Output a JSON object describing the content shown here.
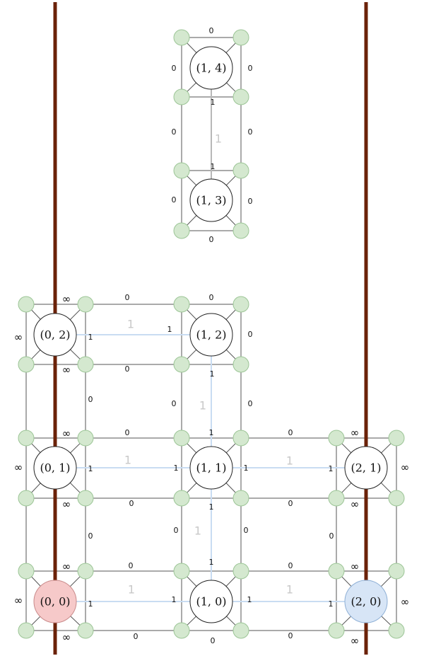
{
  "walls": [
    "left-wall",
    "right-wall"
  ],
  "colors": {
    "wall": "#6b2208",
    "corner_fill": "#d4e8cf",
    "start_node": "#f6c9c9",
    "goal_node": "#d7e5f6",
    "link_light": "#c9dcf2",
    "link_gray": "#b8b8b8"
  },
  "nodes": [
    {
      "id": "n00",
      "label": "(0, 0)",
      "style": "start"
    },
    {
      "id": "n10",
      "label": "(1, 0)",
      "style": "normal"
    },
    {
      "id": "n20",
      "label": "(2, 0)",
      "style": "goal"
    },
    {
      "id": "n01",
      "label": "(0, 1)",
      "style": "normal"
    },
    {
      "id": "n11",
      "label": "(1, 1)",
      "style": "normal"
    },
    {
      "id": "n21",
      "label": "(2, 1)",
      "style": "normal"
    },
    {
      "id": "n02",
      "label": "(0, 2)",
      "style": "normal"
    },
    {
      "id": "n12",
      "label": "(1, 2)",
      "style": "normal"
    },
    {
      "id": "n13",
      "label": "(1, 3)",
      "style": "normal"
    },
    {
      "id": "n14",
      "label": "(1, 4)",
      "style": "normal"
    }
  ],
  "links": [
    {
      "id": "h-00-10",
      "weight": "1",
      "end_a": "1",
      "end_b": "1"
    },
    {
      "id": "h-10-20",
      "weight": "1",
      "end_a": "1",
      "end_b": "1"
    },
    {
      "id": "h-01-11",
      "weight": "1",
      "end_a": "1",
      "end_b": "1"
    },
    {
      "id": "h-11-21",
      "weight": "1",
      "end_a": "1",
      "end_b": "1"
    },
    {
      "id": "h-02-12",
      "weight": "1",
      "end_a": "1",
      "end_b": "1"
    },
    {
      "id": "v-10-11",
      "weight": "1",
      "end_a": "1",
      "end_b": "1"
    },
    {
      "id": "v-11-12",
      "weight": "1",
      "end_a": "1",
      "end_b": "1"
    },
    {
      "id": "v-13-14",
      "weight": "1",
      "end_a": "1",
      "end_b": "1"
    }
  ],
  "edge_costs": [
    {
      "id": "n00-left",
      "value": "∞"
    },
    {
      "id": "n00-top",
      "value": "∞"
    },
    {
      "id": "n00-bottom",
      "value": "∞"
    },
    {
      "id": "n01-left",
      "value": "∞"
    },
    {
      "id": "n01-top",
      "value": "∞"
    },
    {
      "id": "n01-bottom",
      "value": "∞"
    },
    {
      "id": "n02-left",
      "value": "∞"
    },
    {
      "id": "n02-top",
      "value": "∞"
    },
    {
      "id": "n02-bottom",
      "value": "∞"
    },
    {
      "id": "n20-right",
      "value": "∞"
    },
    {
      "id": "n20-top",
      "value": "∞"
    },
    {
      "id": "n20-bottom",
      "value": "∞"
    },
    {
      "id": "n21-right",
      "value": "∞"
    },
    {
      "id": "n21-top",
      "value": "∞"
    },
    {
      "id": "n21-bottom",
      "value": "∞"
    },
    {
      "id": "top-00-10",
      "value": "0"
    },
    {
      "id": "bottom-00-10",
      "value": "0"
    },
    {
      "id": "top-10-20",
      "value": "0"
    },
    {
      "id": "bottom-10-20",
      "value": "0"
    },
    {
      "id": "top-01-11",
      "value": "0"
    },
    {
      "id": "bottom-01-11",
      "value": "0"
    },
    {
      "id": "top-11-21",
      "value": "0"
    },
    {
      "id": "bottom-11-21",
      "value": "0"
    },
    {
      "id": "top-02-12",
      "value": "0"
    },
    {
      "id": "bottom-02-12",
      "value": "0"
    },
    {
      "id": "n10-bottom",
      "value": "0"
    },
    {
      "id": "n12-top",
      "value": "0"
    },
    {
      "id": "n12-right",
      "value": "0"
    },
    {
      "id": "left-00-01",
      "value": "0"
    },
    {
      "id": "left-10-11",
      "value": "0"
    },
    {
      "id": "right-10-11",
      "value": "0"
    },
    {
      "id": "right-20-21",
      "value": "0"
    },
    {
      "id": "left-01-02",
      "value": "0"
    },
    {
      "id": "left-11-12",
      "value": "0"
    },
    {
      "id": "right-11-12",
      "value": "0"
    },
    {
      "id": "n14-top",
      "value": "0"
    },
    {
      "id": "n14-left",
      "value": "0"
    },
    {
      "id": "n14-right",
      "value": "0"
    },
    {
      "id": "left-13-14",
      "value": "0"
    },
    {
      "id": "right-13-14",
      "value": "0"
    },
    {
      "id": "n13-left",
      "value": "0"
    },
    {
      "id": "n13-right",
      "value": "0"
    },
    {
      "id": "n13-bottom",
      "value": "0"
    }
  ]
}
